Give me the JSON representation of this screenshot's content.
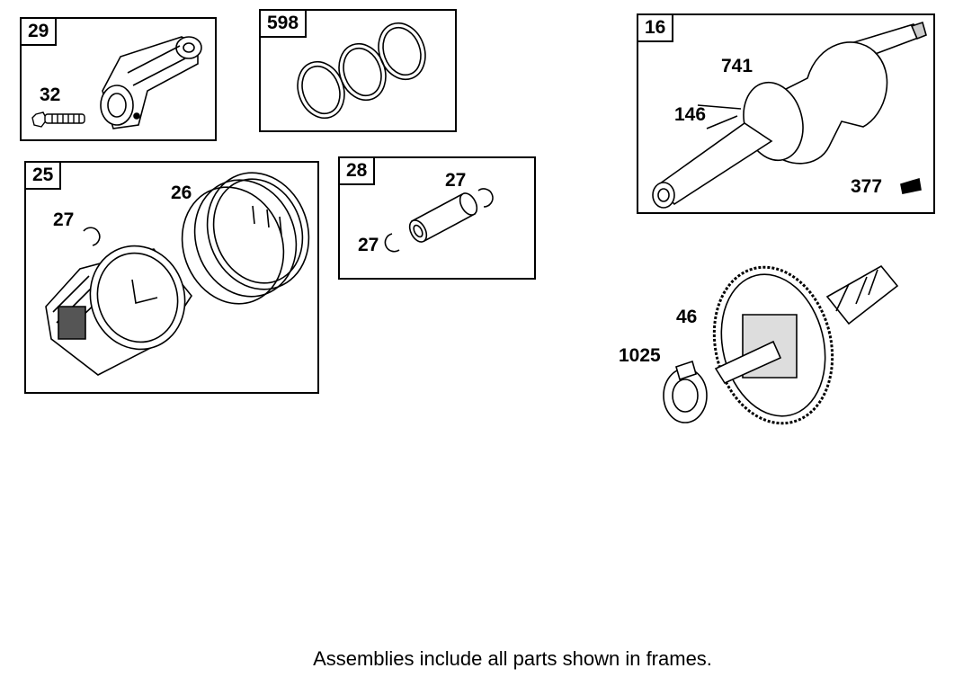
{
  "frames": {
    "connecting_rod": "29",
    "ring_set": "598",
    "piston": "25",
    "pin": "28",
    "crankshaft": "16"
  },
  "labels": {
    "bolt": "32",
    "lock_left": "27",
    "rings": "26",
    "lock_top": "27",
    "lock_bottom": "27",
    "gear_741": "741",
    "key_146": "146",
    "key_377": "377",
    "camshaft": "46",
    "washer": "1025"
  },
  "caption": "Assemblies include all parts shown in frames."
}
